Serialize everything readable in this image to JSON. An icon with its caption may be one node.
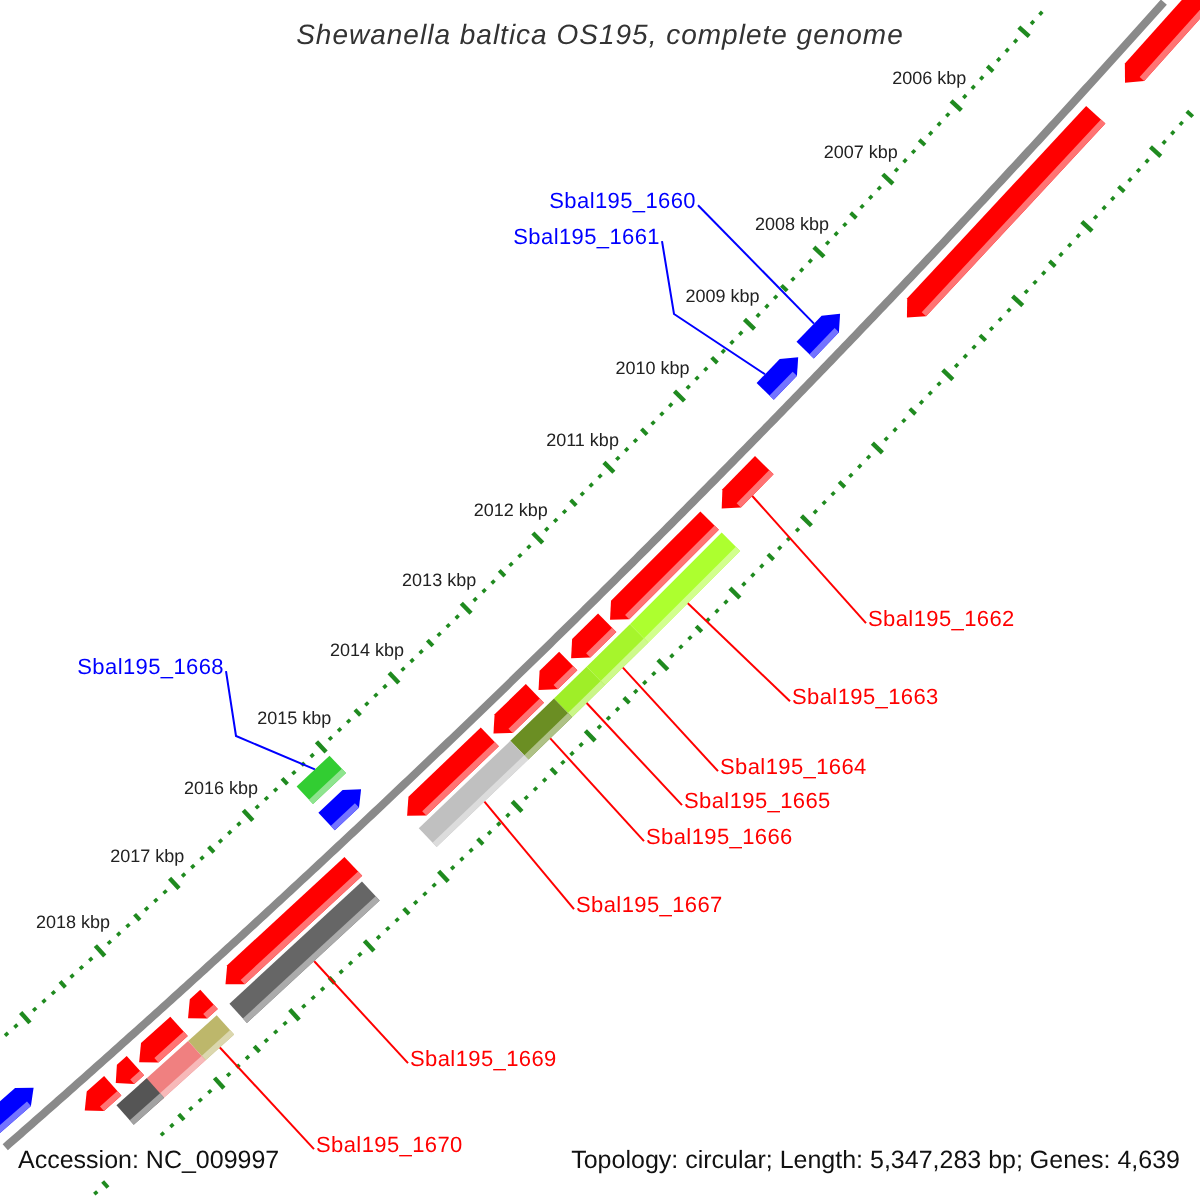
{
  "diagram": {
    "title": "Shewanella baltica OS195, complete genome",
    "nodes": [
      {
        "text": [
          "Sbal195_1660"
        ]
      },
      {
        "text": [
          "Sbal195_1661"
        ]
      },
      {
        "text": [
          "Sbal195_1662"
        ]
      },
      {
        "text": [
          "Sbal195_1668"
        ]
      },
      {
        "text": [
          "Sbal195_1663"
        ]
      },
      {
        "text": [
          "Sbal195_1664"
        ]
      },
      {
        "text": [
          "Sbal195_1665"
        ]
      },
      {
        "text": [
          "Sbal195_1666"
        ]
      },
      {
        "text": [
          "Sbal195_1667"
        ]
      },
      {
        "text": [
          "Sbal195_1669"
        ]
      },
      {
        "text": [
          "Sbal195_1670"
        ]
      },
      {
        "text": [],
        "shape": "arrow"
      },
      {
        "text": [],
        "shape": "arrow"
      },
      {
        "text": [],
        "shape": "arrow"
      },
      {
        "text": [],
        "shape": "arrow"
      },
      {
        "text": [],
        "shape": "arrow"
      },
      {
        "text": [],
        "shape": "arrow"
      },
      {
        "text": [],
        "shape": "bar"
      },
      {
        "text": [],
        "shape": "bar"
      },
      {
        "text": [],
        "shape": "arrow"
      },
      {
        "text": [],
        "shape": "bar"
      },
      {
        "text": [],
        "shape": "arrow"
      },
      {
        "text": [],
        "shape": "bar"
      },
      {
        "text": [],
        "shape": "arrow"
      },
      {
        "text": [],
        "shape": "bar"
      },
      {
        "text": [],
        "shape": "arrow"
      },
      {
        "text": [],
        "shape": "bar"
      },
      {
        "text": [],
        "shape": "arrow"
      },
      {
        "text": [],
        "shape": "arrow"
      },
      {
        "text": [],
        "shape": "bar"
      },
      {
        "text": [],
        "shape": "arrow"
      },
      {
        "text": [],
        "shape": "bar"
      },
      {
        "text": [],
        "shape": "arrow"
      },
      {
        "text": [],
        "shape": "bar"
      },
      {
        "text": [],
        "shape": "arrow"
      },
      {
        "text": [],
        "shape": "bar"
      },
      {
        "text": [],
        "shape": "arrow"
      },
      {
        "text": [],
        "shape": "arrow"
      }
    ],
    "edges": [
      {
        "from": 0,
        "to": 13,
        "arrow": "none",
        "color": "#0000ff"
      },
      {
        "from": 1,
        "to": 14,
        "arrow": "none",
        "color": "#0000ff"
      },
      {
        "from": 2,
        "to": 15,
        "arrow": "none"
      },
      {
        "from": 3,
        "to": 26,
        "arrow": "none",
        "color": "#0000ff"
      },
      {
        "from": 4,
        "to": 17,
        "arrow": "none"
      },
      {
        "from": 5,
        "to": 18,
        "arrow": "none"
      },
      {
        "from": 6,
        "to": 20,
        "arrow": "none"
      },
      {
        "from": 7,
        "to": 22,
        "arrow": "none"
      },
      {
        "from": 8,
        "to": 24,
        "arrow": "none"
      },
      {
        "from": 9,
        "to": 29,
        "arrow": "none"
      },
      {
        "from": 10,
        "to": 31,
        "arrow": "none"
      }
    ],
    "labels": [
      "2006 kbp",
      "2007 kbp",
      "2008 kbp",
      "2009 kbp",
      "2010 kbp",
      "2011 kbp",
      "2012 kbp",
      "2013 kbp",
      "2014 kbp",
      "2015 kbp",
      "2016 kbp",
      "2017 kbp",
      "2018 kbp",
      "Accession: NC_009997",
      "Topology: circular; Length: 5,347,283 bp; Genes: 4,639"
    ]
  }
}
